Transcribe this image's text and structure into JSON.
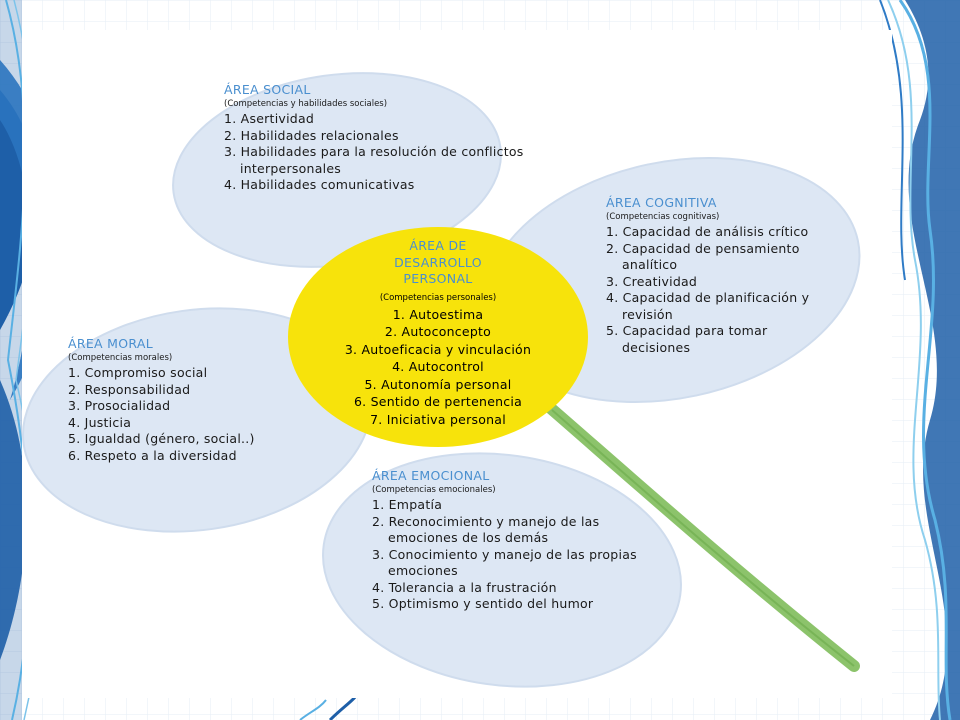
{
  "colors": {
    "petal": "#dde7f4",
    "petal_edge": "#cfdced",
    "center": "#f7e30b",
    "stem": "#8cc36b",
    "title_blue": "#4a8fcf",
    "text": "#1a1a1a",
    "wave_dark": "#1e5fa8",
    "wave_light": "#59b0e3",
    "grid": "#e6edf5"
  },
  "center": {
    "title_lines": [
      "ÁREA DE",
      "DESARROLLO",
      "PERSONAL"
    ],
    "subtitle": "(Competencias personales)",
    "items": [
      "1. Autoestima",
      "2. Autoconcepto",
      "3. Autoeficacia y vinculación",
      "4. Autocontrol",
      "5. Autonomía personal",
      "6. Sentido de pertenencia",
      "7. Iniciativa personal"
    ]
  },
  "social": {
    "title": "ÁREA SOCIAL",
    "subtitle": "(Competencias y habilidades sociales)",
    "items": [
      "1. Asertividad",
      "2. Habilidades relacionales",
      "3. Habilidades para la resolución de conflictos interpersonales",
      "4. Habilidades comunicativas"
    ]
  },
  "cognitiva": {
    "title": "ÁREA COGNITIVA",
    "subtitle": "(Competencias cognitivas)",
    "items": [
      "1. Capacidad de análisis crítico",
      "2. Capacidad de pensamiento analítico",
      "3. Creatividad",
      "4. Capacidad de planificación y revisión",
      "5. Capacidad para tomar decisiones"
    ]
  },
  "moral": {
    "title": "ÁREA MORAL",
    "subtitle": "(Competencias morales)",
    "items": [
      "1. Compromiso social",
      "2. Responsabilidad",
      "3. Prosocialidad",
      "4. Justicia",
      "5. Igualdad (género, social..)",
      "6. Respeto a la diversidad"
    ]
  },
  "emocional": {
    "title": "ÁREA EMOCIONAL",
    "subtitle": "(Competencias emocionales)",
    "items": [
      "1. Empatía",
      "2. Reconocimiento y manejo de las emociones de los demás",
      "3. Conocimiento y manejo de las propias emociones",
      "4. Tolerancia a la frustración",
      "5. Optimismo y sentido del humor"
    ]
  }
}
